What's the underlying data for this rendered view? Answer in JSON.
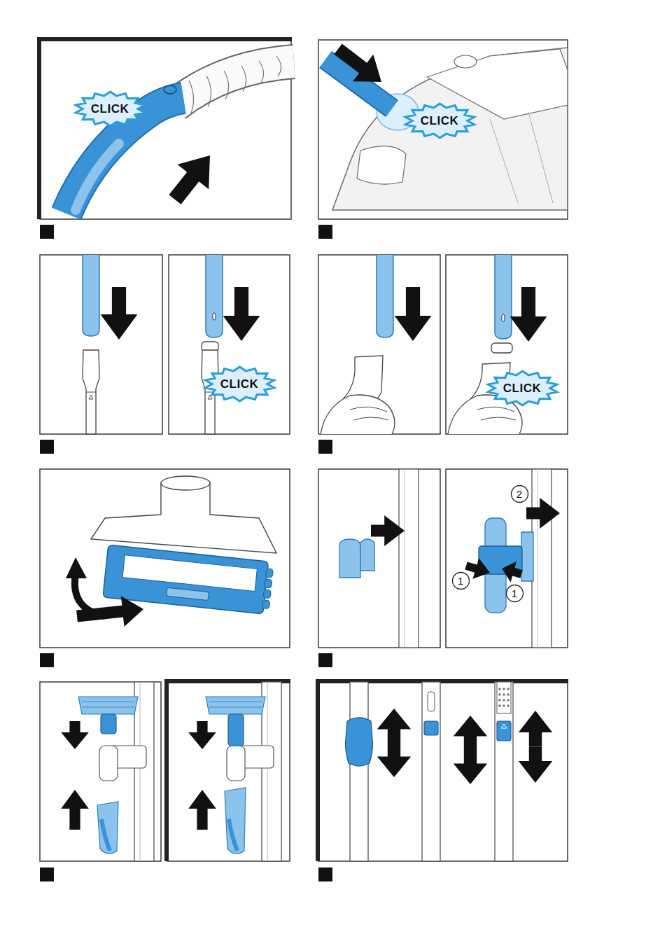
{
  "diagram": {
    "nodes": [
      {
        "text": [
          "CLICK"
        ]
      },
      {
        "text": [
          "CLICK"
        ]
      },
      {
        "text": [
          "CLICK"
        ]
      },
      {
        "text": [
          "CLICK"
        ]
      },
      {
        "text": [
          "2"
        ]
      },
      {
        "text": [
          "1"
        ]
      },
      {
        "text": [
          "1"
        ]
      }
    ],
    "edges": []
  }
}
